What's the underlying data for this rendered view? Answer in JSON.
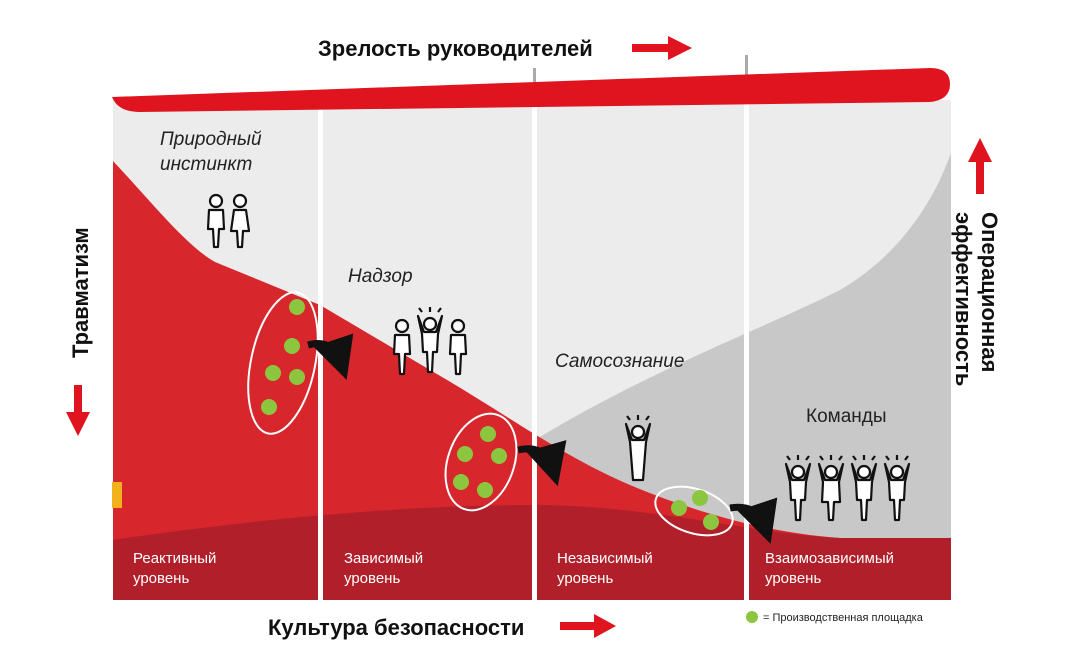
{
  "top_label": "Зрелость руководителей",
  "bottom_label": "Культура безопасности",
  "left_label": "Травматизм",
  "right_label": [
    "Операционная",
    "эффективность"
  ],
  "stages": [
    {
      "title": [
        "Природный",
        "инстинкт"
      ],
      "level": [
        "Реактивный",
        "уровень"
      ]
    },
    {
      "title": [
        "Надзор"
      ],
      "level": [
        "Зависимый",
        "уровень"
      ]
    },
    {
      "title": [
        "Самосознание"
      ],
      "level": [
        "Независимый",
        "уровень"
      ]
    },
    {
      "title": [
        "Команды"
      ],
      "level": [
        "Взаимозависимый",
        "уровень"
      ]
    }
  ],
  "legend": "= Производственная площадка",
  "colors": {
    "red": "#d7262c",
    "dark_red": "#b1202a",
    "light_gray": "#ececec",
    "mid_gray": "#c9c9c9",
    "green_dot": "#8cc63f",
    "accent_yellow": "#f2b21b"
  }
}
